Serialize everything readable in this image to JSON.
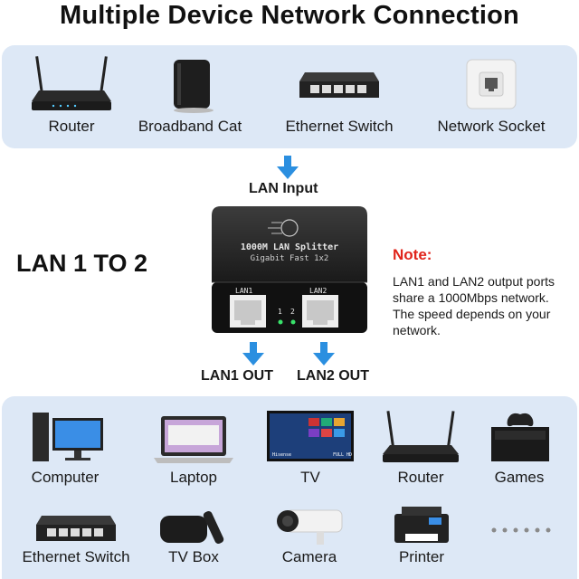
{
  "title": "Multiple Device Network Connection",
  "top_devices": [
    {
      "label": "Router",
      "icon": "router-icon"
    },
    {
      "label": "Broadband Cat",
      "icon": "modem-icon"
    },
    {
      "label": "Ethernet Switch",
      "icon": "switch-icon"
    },
    {
      "label": "Network Socket",
      "icon": "wall-socket-icon"
    }
  ],
  "input_label": "LAN Input",
  "product_label": "LAN 1 TO 2",
  "splitter": {
    "name": "1000M LAN Splitter",
    "subtitle": "Gigabit Fast 1x2",
    "port1": "LAN1",
    "port2": "LAN2",
    "led1": "1",
    "led2": "2"
  },
  "outputs": [
    "LAN1 OUT",
    "LAN2 OUT"
  ],
  "note": {
    "heading": "Note:",
    "lines": [
      "LAN1 and LAN2 output ports",
      "share a 1000Mbps network.",
      "The speed depends on your",
      "network."
    ]
  },
  "bottom_devices": [
    {
      "label": "Computer",
      "icon": "computer-icon"
    },
    {
      "label": "Laptop",
      "icon": "laptop-icon"
    },
    {
      "label": "TV",
      "icon": "tv-icon"
    },
    {
      "label": "Router",
      "icon": "router-icon"
    },
    {
      "label": "Games",
      "icon": "game-console-icon"
    },
    {
      "label": "Ethernet Switch",
      "icon": "switch-icon"
    },
    {
      "label": "TV Box",
      "icon": "tv-box-icon"
    },
    {
      "label": "Camera",
      "icon": "camera-icon"
    },
    {
      "label": "Printer",
      "icon": "printer-icon"
    },
    {
      "label": "",
      "icon": "more-dots-icon"
    }
  ],
  "tv_screen": {
    "brand": "Hisense",
    "badge": "FULL HD"
  },
  "colors": {
    "panel": "#dde8f6",
    "arrow": "#2b8fe0",
    "note_red": "#e0241b",
    "device_dark": "#1c1c1c"
  }
}
